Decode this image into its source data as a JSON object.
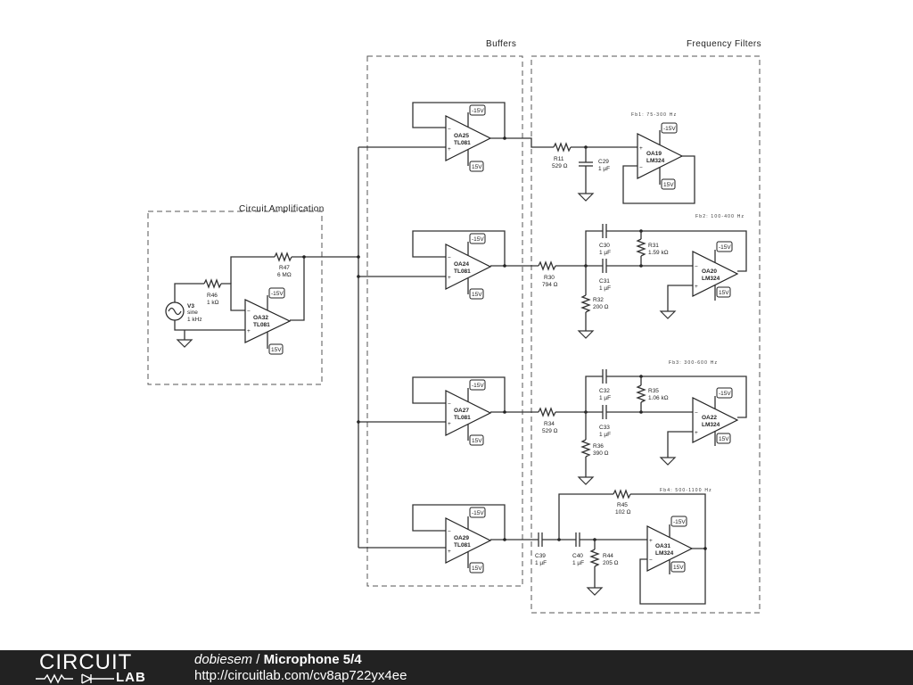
{
  "groups": {
    "amp": "Circuit Amplification",
    "buffers": "Buffers",
    "filters": "Frequency Filters"
  },
  "opamps": {
    "oa32": {
      "name": "OA32",
      "model": "TL081",
      "neg": "-15V",
      "pos": "15V"
    },
    "oa25": {
      "name": "OA25",
      "model": "TL081",
      "neg": "-15V",
      "pos": "15V"
    },
    "oa24": {
      "name": "OA24",
      "model": "TL081",
      "neg": "-15V",
      "pos": "15V"
    },
    "oa27": {
      "name": "OA27",
      "model": "TL081",
      "neg": "-15V",
      "pos": "15V"
    },
    "oa29": {
      "name": "OA29",
      "model": "TL081",
      "neg": "-15V",
      "pos": "15V"
    },
    "oa19": {
      "name": "OA19",
      "model": "LM324",
      "neg": "-15V",
      "pos": "15V"
    },
    "oa20": {
      "name": "OA20",
      "model": "LM324",
      "neg": "-15V",
      "pos": "15V"
    },
    "oa22": {
      "name": "OA22",
      "model": "LM324",
      "neg": "-15V",
      "pos": "15V"
    },
    "oa31": {
      "name": "OA31",
      "model": "LM324",
      "neg": "-15V",
      "pos": "15V"
    }
  },
  "source": {
    "name": "V3",
    "type": "sine",
    "freq": "1 kHz"
  },
  "resistors": {
    "r46": {
      "name": "R46",
      "value": "1 kΩ"
    },
    "r47": {
      "name": "R47",
      "value": "6 MΩ"
    },
    "r11": {
      "name": "R11",
      "value": "529 Ω"
    },
    "r30": {
      "name": "R30",
      "value": "794 Ω"
    },
    "r31": {
      "name": "R31",
      "value": "1.59 kΩ"
    },
    "r32": {
      "name": "R32",
      "value": "200 Ω"
    },
    "r34": {
      "name": "R34",
      "value": "529 Ω"
    },
    "r35": {
      "name": "R35",
      "value": "1.06 kΩ"
    },
    "r36": {
      "name": "R36",
      "value": "390 Ω"
    },
    "r44": {
      "name": "R44",
      "value": "205 Ω"
    },
    "r45": {
      "name": "R45",
      "value": "102 Ω"
    }
  },
  "capacitors": {
    "c29": {
      "name": "C29",
      "value": "1 µF"
    },
    "c30": {
      "name": "C30",
      "value": "1 µF"
    },
    "c31": {
      "name": "C31",
      "value": "1 µF"
    },
    "c32": {
      "name": "C32",
      "value": "1 µF"
    },
    "c33": {
      "name": "C33",
      "value": "1 µF"
    },
    "c39": {
      "name": "C39",
      "value": "1 µF"
    },
    "c40": {
      "name": "C40",
      "value": "1 µF"
    }
  },
  "filter_notes": {
    "f1": "Fb1: 75-300 Hz",
    "f2": "Fb2: 100-400 Hz",
    "f3": "Fb3: 300-600 Hz",
    "f4": "Fb4: 500-1100 Hz"
  },
  "footer": {
    "logo_top": "CIRCUIT",
    "logo_bottom": "LAB",
    "author": "dobiesem",
    "separator": " / ",
    "title": "Microphone 5/4",
    "url": "http://circuitlab.com/cv8ap722yx4ee"
  }
}
